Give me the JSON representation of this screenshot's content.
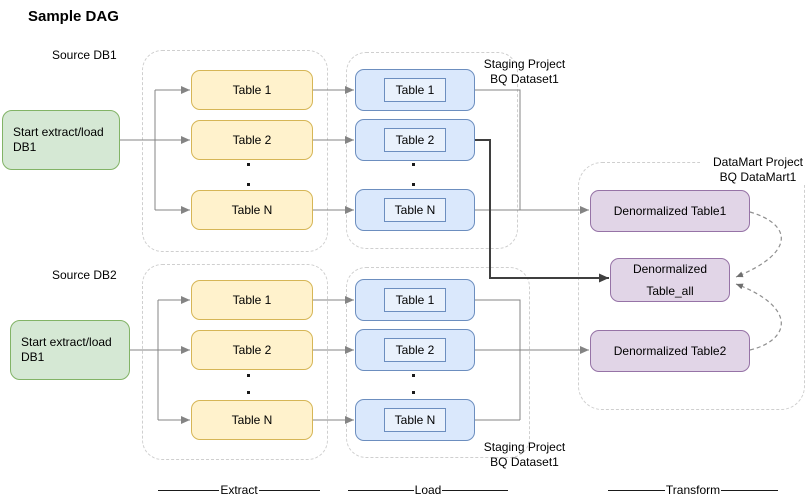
{
  "title": "Sample DAG",
  "stage_labels": {
    "extract": "Extract",
    "load": "Load",
    "transform": "Transform"
  },
  "row1": {
    "source_label": "Source DB1",
    "start_line1": "Start extract/load",
    "start_line2": "DB1",
    "extract_tables": [
      "Table 1",
      "Table 2",
      "Table N"
    ],
    "load_tables": [
      "Table 1",
      "Table 2",
      "Table N"
    ],
    "staging_line1": "Staging Project",
    "staging_line2": "BQ Dataset1"
  },
  "row2": {
    "source_label": "Source DB2",
    "start_line1": "Start extract/load",
    "start_line2": "DB1",
    "extract_tables": [
      "Table 1",
      "Table 2",
      "Table N"
    ],
    "load_tables": [
      "Table 1",
      "Table 2",
      "Table N"
    ],
    "staging_line1": "Staging Project",
    "staging_line2": "BQ Dataset1"
  },
  "datamart": {
    "label_line1": "DataMart Project",
    "label_line2": "BQ DataMart1",
    "table1": "Denormalized Table1",
    "table_all_line1": "Denormalized",
    "table_all_line2": "Table_all",
    "table2": "Denormalized Table2"
  },
  "colors": {
    "start_fill": "#d5e8d4",
    "start_border": "#82b366",
    "extract_fill": "#fff2cc",
    "extract_border": "#d6b656",
    "load_fill": "#dae8fc",
    "load_border": "#6c8ebf",
    "datamart_fill": "#e1d5e7",
    "datamart_border": "#9673a6",
    "connector": "#848484",
    "connector_dark": "#3f3f3f",
    "group_dash": "#cfcfcf"
  }
}
